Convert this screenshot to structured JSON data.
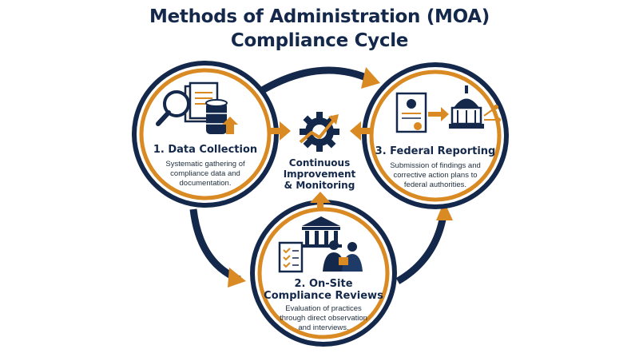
{
  "title": {
    "line1": "Methods of Administration (MOA)",
    "line2": "Compliance Cycle"
  },
  "colors": {
    "navy": "#14284b",
    "orange": "#d98a22",
    "cream": "#fbf4e6",
    "white": "#ffffff"
  },
  "nodes": [
    {
      "title": "1. Data Collection",
      "description": [
        "Systematic gathering of",
        "compliance data and",
        "documentation."
      ],
      "icon": "magnifier-documents-database-icon"
    },
    {
      "title": "2. On-Site Compliance Reviews",
      "description": [
        "Evaluation of practices",
        "through direct observation",
        "and interviews."
      ],
      "icon": "building-checklist-people-icon"
    },
    {
      "title": "3. Federal Reporting",
      "description": [
        "Submission of findings and",
        "corrective action plans to",
        "federal authorities."
      ],
      "icon": "certificate-capitol-icon"
    }
  ],
  "center": {
    "label": [
      "Continuous",
      "Improvement",
      "& Monitoring"
    ],
    "icon": "gear-trend-arrow-icon"
  }
}
